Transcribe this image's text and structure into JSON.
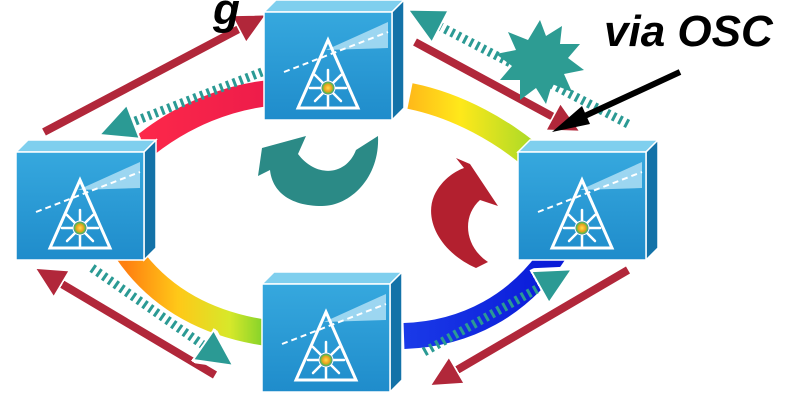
{
  "annotation": {
    "text": "via OSC"
  },
  "title_fragment": {
    "text": "g"
  },
  "colors": {
    "node_face": "#2a9bd6",
    "node_top": "#7fcfee",
    "node_side": "#1372a8",
    "node_outline": "#ffffff",
    "arrow_solid": "#b1273a",
    "arrow_dotted": "#2b9a94",
    "rotate_ccw": "#2b8a86",
    "rotate_cw": "#b3202f",
    "burst": "#2d9c93"
  },
  "nodes": [
    {
      "id": "top",
      "name": "optical-node-top"
    },
    {
      "id": "left",
      "name": "optical-node-left"
    },
    {
      "id": "right",
      "name": "optical-node-right"
    },
    {
      "id": "bottom",
      "name": "optical-node-bottom"
    }
  ]
}
